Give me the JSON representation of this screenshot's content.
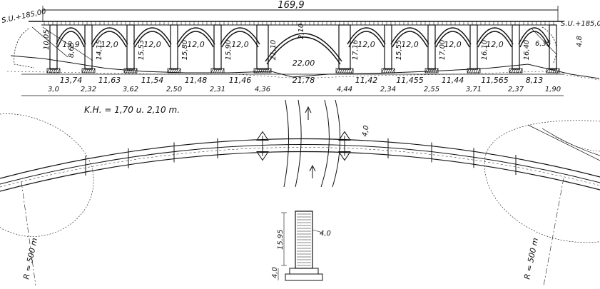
{
  "elevation": {
    "overall_length": "169,9",
    "left_level": "S.U.+185,00",
    "right_level": "S.U.+185,00",
    "left_abutment_height": "10,05",
    "right_abutment_height": "6,35",
    "left_side_height": "4,8",
    "spans_top": [
      "13,9",
      "12,0",
      "12,0",
      "12,0",
      "12,0",
      "22,00",
      "12,0",
      "12,0",
      "12,0",
      "12,0"
    ],
    "heights": [
      "8,65",
      "14,15",
      "15,53",
      "15,80",
      "15,90",
      "21,10",
      "17,16",
      "15,55",
      "17,00",
      "16,10",
      "16,40"
    ],
    "bottom_row_1": [
      "13,74",
      "11,63",
      "11,54",
      "11,48",
      "11,46",
      "21,78",
      "11,42",
      "11,455",
      "11,44",
      "11,565",
      "8,13"
    ],
    "bottom_row_2": [
      "3,0",
      "2,32",
      "3,62",
      "2,50",
      "2,31",
      "4,36",
      "4,44",
      "2,34",
      "2,55",
      "3,71",
      "2,37",
      "1,90"
    ],
    "pier_height_label": "2,10"
  },
  "plan": {
    "kh_label": "K.H. = 1,70 u. 2,10 m.",
    "left_radius": "R = 500 m",
    "right_radius": "R = 500 m",
    "pier_width": "4,0"
  },
  "section": {
    "height": "15,95",
    "width": "4,0",
    "base": "4,0"
  }
}
